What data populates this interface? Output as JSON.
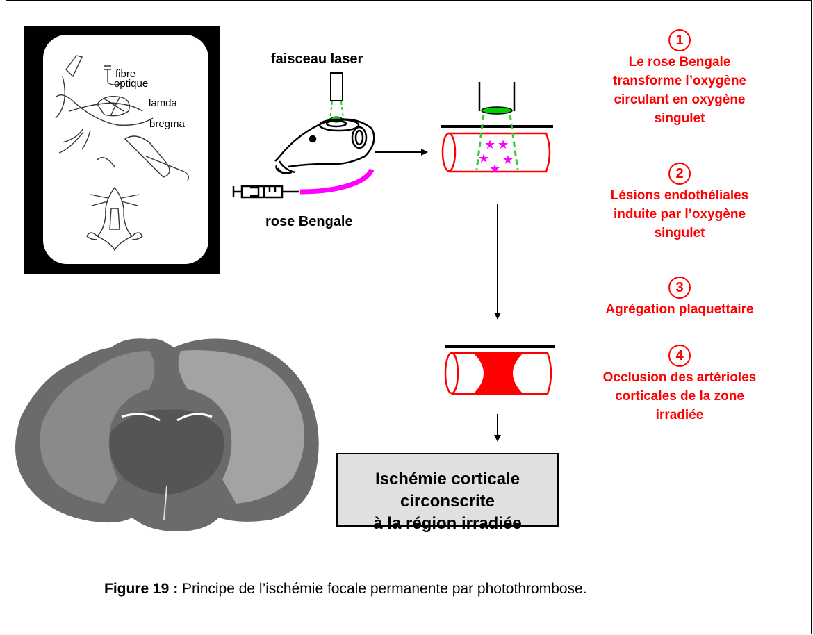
{
  "labels": {
    "laser": "faisceau laser",
    "rose": "rose Bengale",
    "fibre": "fibre",
    "optique": "optique",
    "lamda": "lamda",
    "bregma": "bregma"
  },
  "steps": [
    {
      "num": "1",
      "lines": [
        "Le rose Bengale",
        "transforme l’oxygène",
        "circulant en oxygène",
        "singulet"
      ]
    },
    {
      "num": "2",
      "lines": [
        "Lésions endothéliales",
        "induite par l’oxygène",
        "singulet"
      ]
    },
    {
      "num": "3",
      "lines": [
        "Agrégation plaquettaire"
      ]
    },
    {
      "num": "4",
      "lines": [
        "Occlusion des artérioles",
        "corticales de la zone",
        "irradiée"
      ]
    }
  ],
  "result": {
    "line1": "Ischémie corticale circonscrite",
    "line2": "à la région irradiée"
  },
  "caption": {
    "bold": "Figure 19 :",
    "text": " Principe de l’ischémie focale permanente par photothrombose."
  },
  "colors": {
    "red": "#ff0000",
    "magenta": "#ff00ff",
    "green": "#00cc00",
    "laser_dash": "#33cc33"
  }
}
